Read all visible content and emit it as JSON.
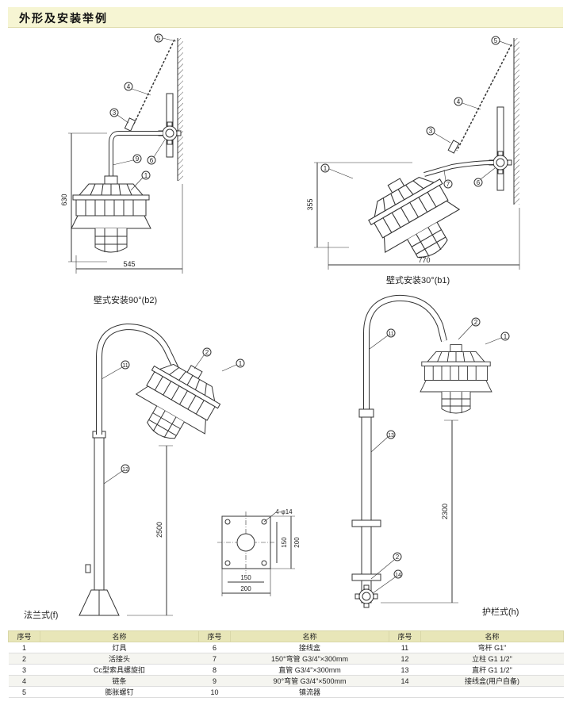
{
  "section_title": "外形及安装举例",
  "captions": {
    "b2": "壁式安装90°(b2)",
    "b1": "壁式安装30°(b1)",
    "f": "法兰式(f)",
    "h": "护栏式(h)"
  },
  "dims": {
    "b2_height": "630",
    "b2_width": "545",
    "b1_height": "355",
    "b1_width": "770",
    "f_height": "2500",
    "h_height": "2300",
    "flange_holes": "4-φ14",
    "flange_inner": "150",
    "flange_outer": "200"
  },
  "callouts": {
    "c1": "1",
    "c2": "2",
    "c3": "3",
    "c4": "4",
    "c5": "5",
    "c6": "6",
    "c7": "7",
    "c9": "9",
    "c11": "11",
    "c12": "12",
    "c13": "13",
    "c14": "14"
  },
  "table": {
    "headers": [
      "序号",
      "名称",
      "序号",
      "名称",
      "序号",
      "名称"
    ],
    "rows": [
      [
        "1",
        "灯具",
        "6",
        "接线盒",
        "11",
        "弯杆 G1\""
      ],
      [
        "2",
        "活接头",
        "7",
        "150°弯管 G3/4\"×300mm",
        "12",
        "立柱 G1 1/2\""
      ],
      [
        "3",
        "Cc型索具螺旋扣",
        "8",
        "直管 G3/4\"×300mm",
        "13",
        "直杆 G1 1/2\""
      ],
      [
        "4",
        "链条",
        "9",
        "90°弯管 G3/4\"×500mm",
        "14",
        "接线盒(用户自备)"
      ],
      [
        "5",
        "膨胀螺钉",
        "10",
        "镇流器",
        "",
        ""
      ]
    ]
  }
}
